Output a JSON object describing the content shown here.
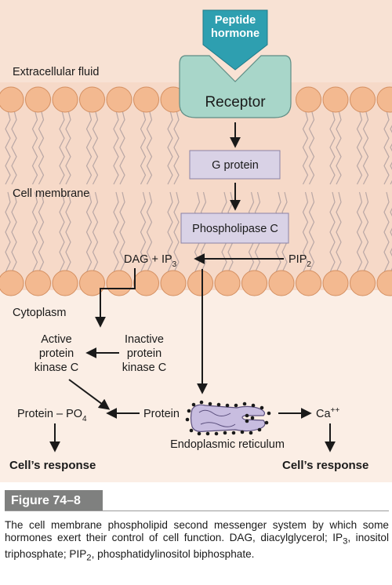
{
  "diagram": {
    "hormone": [
      "Peptide",
      "hormone"
    ],
    "extracellular_label": "Extracellular fluid",
    "receptor": "Receptor",
    "membrane_label": "Cell membrane",
    "g_protein": "G protein",
    "phospholipase": "Phospholipase C",
    "dag_ip3": "DAG + IP",
    "dag_ip3_sub": "3",
    "pip2": "PIP",
    "pip2_sub": "2",
    "cytoplasm_label": "Cytoplasm",
    "active_pkc": [
      "Active",
      "protein",
      "kinase C"
    ],
    "inactive_pkc": [
      "Inactive",
      "protein",
      "kinase C"
    ],
    "protein_po4": "Protein – PO",
    "protein_po4_sub": "4",
    "protein": "Protein",
    "ca": "Ca",
    "ca_sup": "++",
    "er_label": "Endoplasmic reticulum",
    "response_left": "Cell’s response",
    "response_right": "Cell’s response"
  },
  "colors": {
    "extracellular_bg": "#f8e2d4",
    "membrane_bg": "#f6d9c8",
    "cytoplasm_bg": "#fbeee5",
    "phospholipid_head": "#f3b990",
    "receptor_fill": "#a8d6c9",
    "hormone_fill": "#2e9fb0",
    "box_fill": "#d9d2e6",
    "er_fill": "#c8bde0"
  },
  "figure": {
    "label": "Figure 74–8",
    "caption": {
      "p1": "The cell membrane phospholipid second messenger system by which some hormones exert their control of cell function. DAG, diacylglycerol; IP",
      "s1": "3",
      "p2": ", inositol triphosphate; PIP",
      "s2": "2",
      "p3": ", phosphatidylinositol biphosphate."
    }
  }
}
